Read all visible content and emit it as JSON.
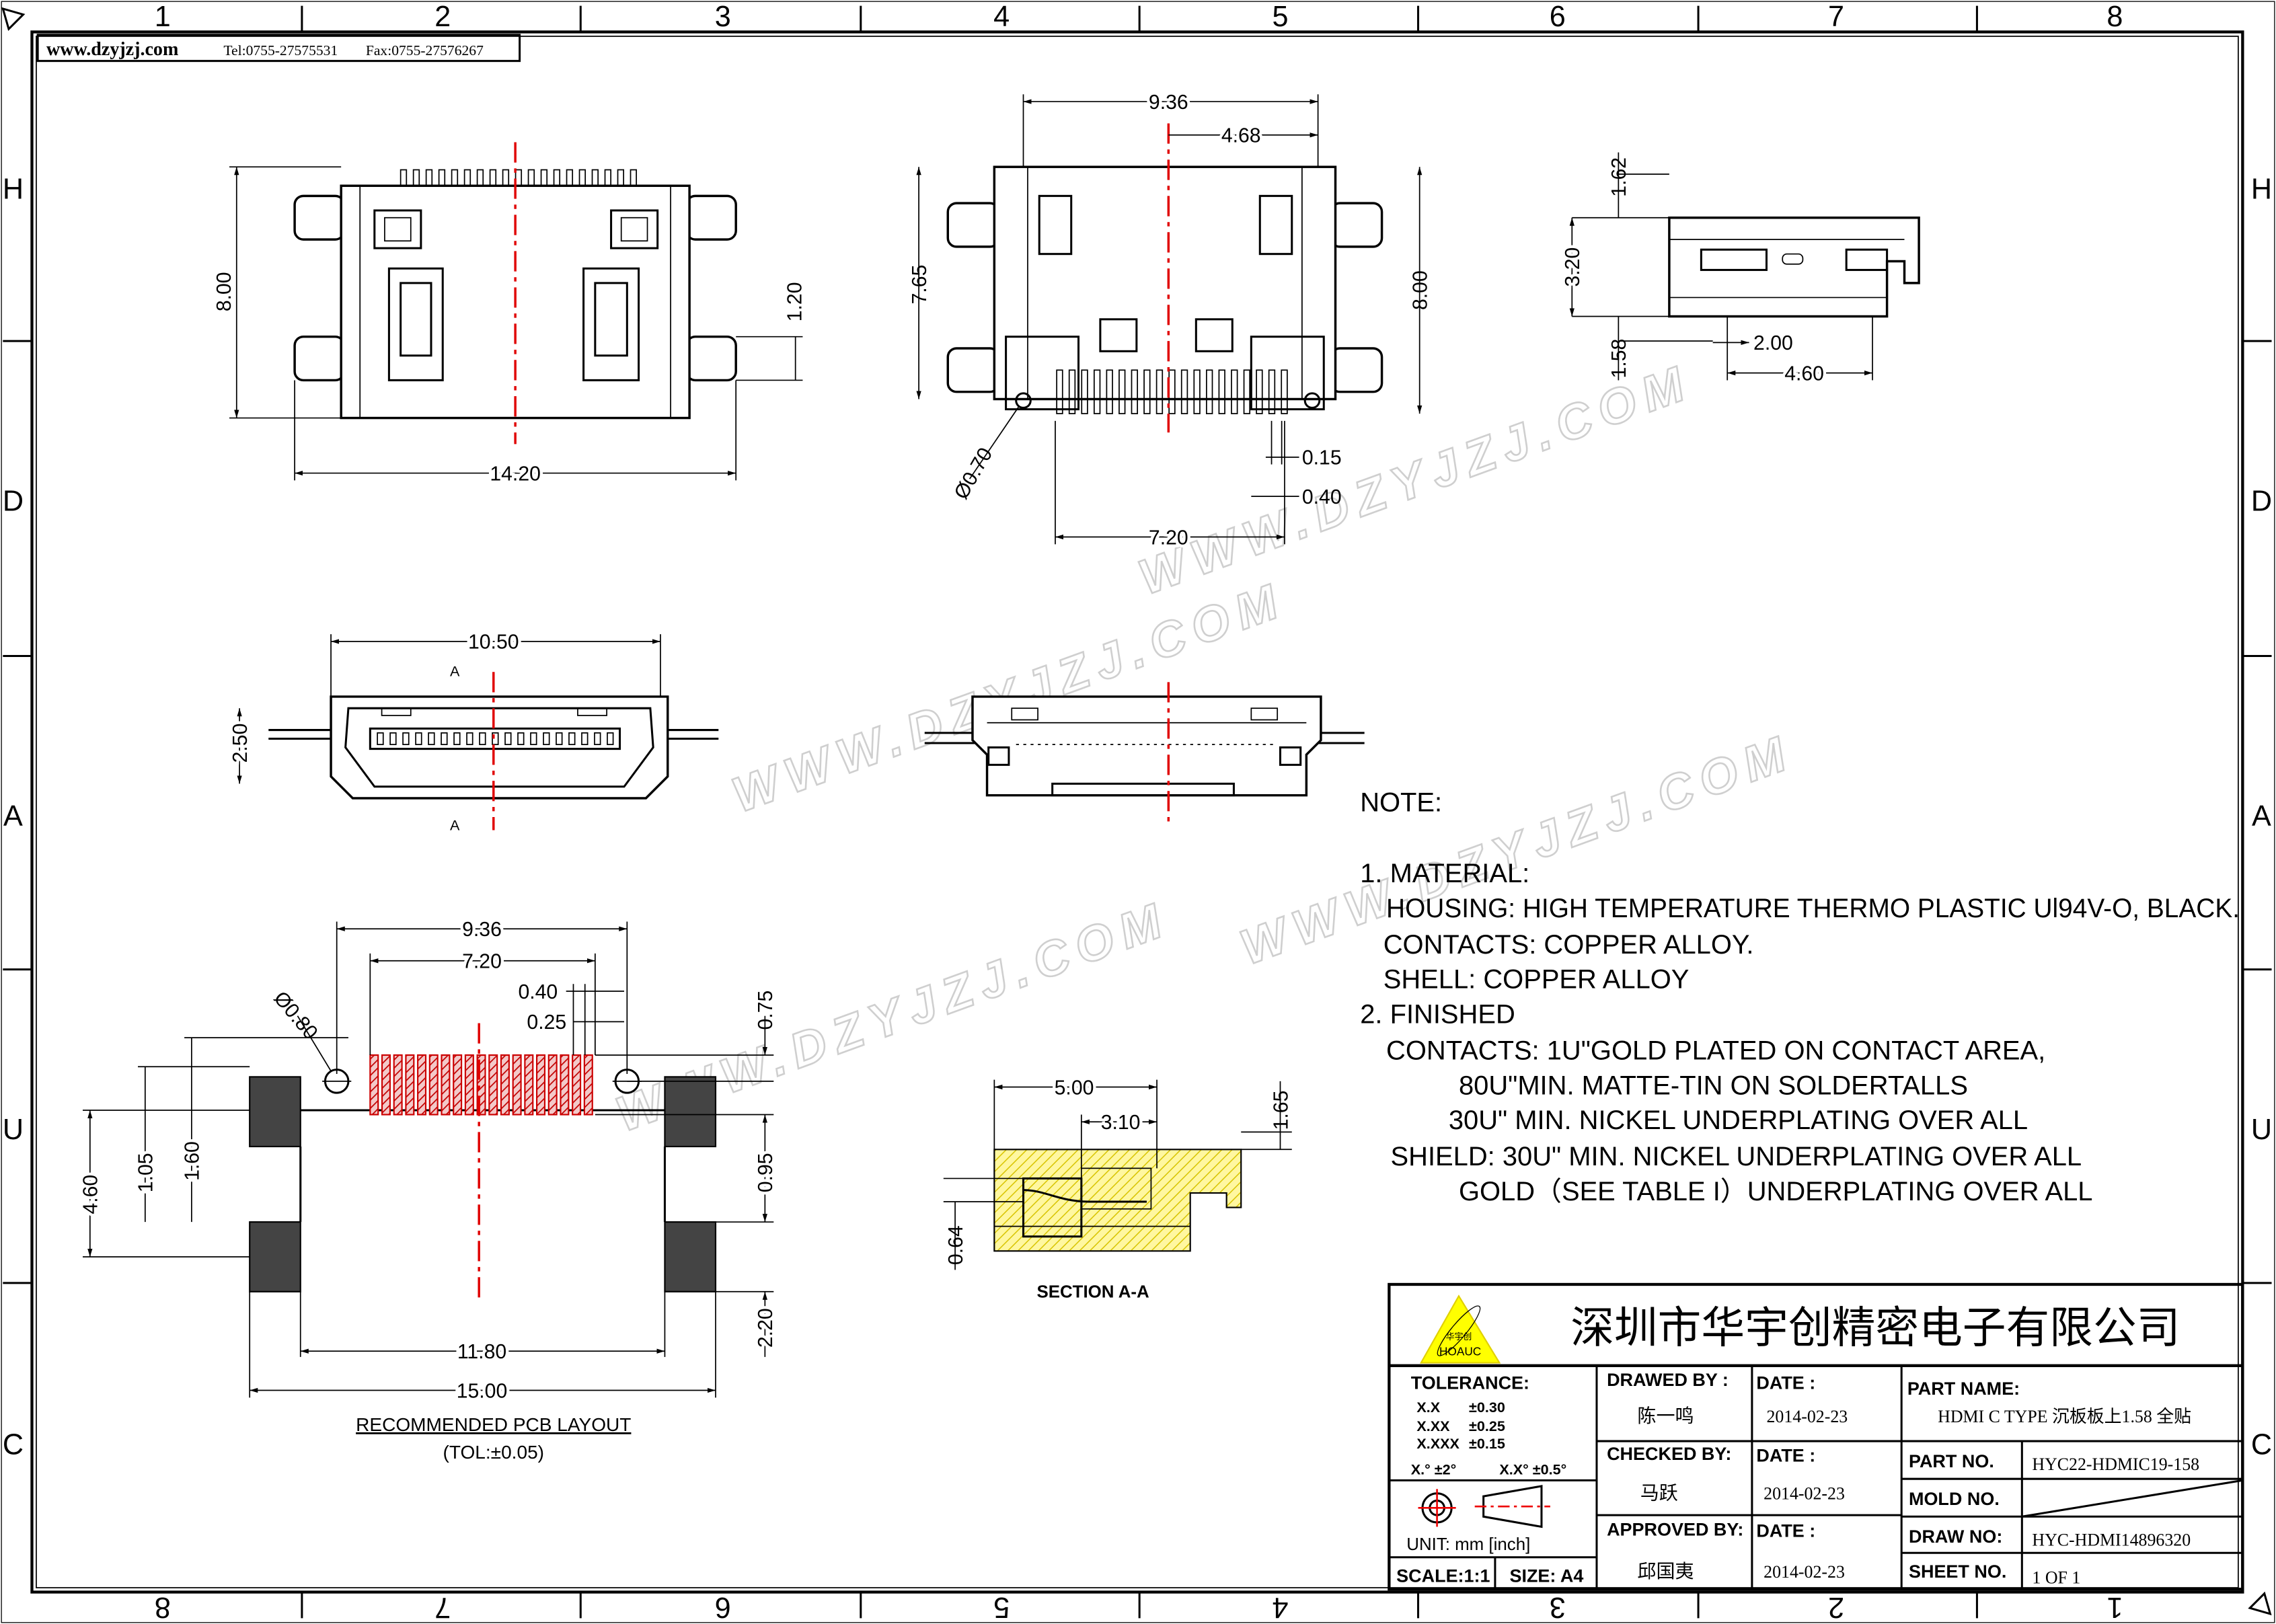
{
  "header": {
    "website": "www.dzyjzj.com",
    "tel": "Tel:0755-27575531",
    "fax": "Fax:0755-27576267"
  },
  "grid": {
    "top_columns": [
      "1",
      "2",
      "3",
      "4",
      "5",
      "6",
      "7",
      "8"
    ],
    "bottom_columns": [
      "8",
      "7",
      "6",
      "5",
      "4",
      "3",
      "2",
      "1"
    ],
    "rows": [
      "H",
      "D",
      "A",
      "U",
      "C"
    ]
  },
  "watermark": "WWW.DZYJZJ.COM",
  "views": {
    "top_view": {
      "width": "14.20",
      "height": "8.00",
      "tab": "1.20"
    },
    "bottom_view": {
      "width": "9.36",
      "half_width": "4.68",
      "height_left": "7.65",
      "height_right": "8.00",
      "hole": "Ø0.70",
      "pin_width": "0.15",
      "pitch": "0.40",
      "pin_span": "7.20"
    },
    "side_view": {
      "d1": "1.62",
      "d2": "3.20",
      "d3": "1.58",
      "d4": "2.00",
      "d5": "4.60"
    },
    "front_view": {
      "width": "10.50",
      "height": "2.50",
      "section_mark": "A"
    },
    "pcb_layout": {
      "span_outer": "9.36",
      "span_pins": "7.20",
      "pitch": "0.40",
      "pad_width": "0.25",
      "hole": "Ø0.80",
      "d_075": "0.75",
      "d_095": "0.95",
      "d_220": "2.20",
      "d_460": "4.60",
      "d_105": "1.05",
      "d_160": "1.60",
      "d_1180": "11.80",
      "d_1500": "15.00",
      "title": "RECOMMENDED  PCB  LAYOUT",
      "tolerance": "(TOL:±0.05)"
    },
    "section": {
      "d_500": "5.00",
      "d_310": "3.10",
      "d_165": "1.65",
      "d_064": "0.64",
      "title": "SECTION A-A"
    }
  },
  "notes": {
    "heading": "NOTE:",
    "lines": [
      "1. MATERIAL:",
      "HOUSING: HIGH TEMPERATURE THERMO  PLASTIC Ul94V-O, BLACK.",
      "CONTACTS: COPPER ALLOY.",
      "SHELL: COPPER ALLOY",
      "2. FINISHED",
      "CONTACTS: 1U\"GOLD PLATED ON CONTACT AREA,",
      "80U\"MIN. MATTE-TIN  ON SOLDERTALLS",
      "30U\" MIN. NICKEL UNDERPLATING OVER ALL",
      "SHIELD: 30U\" MIN. NICKEL UNDERPLATING OVER ALL",
      "GOLD（SEE TABLE I）UNDERPLATING OVER ALL"
    ]
  },
  "title_block": {
    "company": "深圳市华宇创精密电子有限公司",
    "logo_text": "华宇创",
    "logo_brand": "HOAUC",
    "tolerance_label": "TOLERANCE:",
    "tolerances": [
      {
        "fmt": "X.X",
        "val": "±0.30"
      },
      {
        "fmt": "X.XX",
        "val": "±0.25"
      },
      {
        "fmt": "X.XXX",
        "val": "±0.15"
      }
    ],
    "angle_tol_1": "X.° ±2°",
    "angle_tol_2": "X.X° ±0.5°",
    "unit": "UNIT:  mm  [inch]",
    "scale": "SCALE:1:1",
    "size": "SIZE:  A4",
    "drawed_by_label": "DRAWED  BY :",
    "drawed_by": "陈一鸣",
    "checked_by_label": "CHECKED  BY:",
    "checked_by": "马跃",
    "approved_by_label": "APPROVED  BY:",
    "approved_by": "邱国夷",
    "date_label": "DATE  :",
    "date_drawed": "2014-02-23",
    "date_checked": "2014-02-23",
    "date_approved": "2014-02-23",
    "part_name_label": "PART  NAME:",
    "part_name": "HDMI  C  TYPE  沉板板上1.58   全贴",
    "part_no_label": "PART  NO.",
    "part_no": "HYC22-HDMIC19-158",
    "mold_no_label": "MOLD  NO.",
    "draw_no_label": "DRAW  NO:",
    "draw_no": "HYC-HDMI14896320",
    "sheet_no_label": "SHEET  NO.",
    "sheet_no": "1  OF  1"
  },
  "colors": {
    "centerline": "#e00000",
    "pcb_pads": "#c00000",
    "section_fill": "#f5e600",
    "logo": "#ffff00"
  }
}
